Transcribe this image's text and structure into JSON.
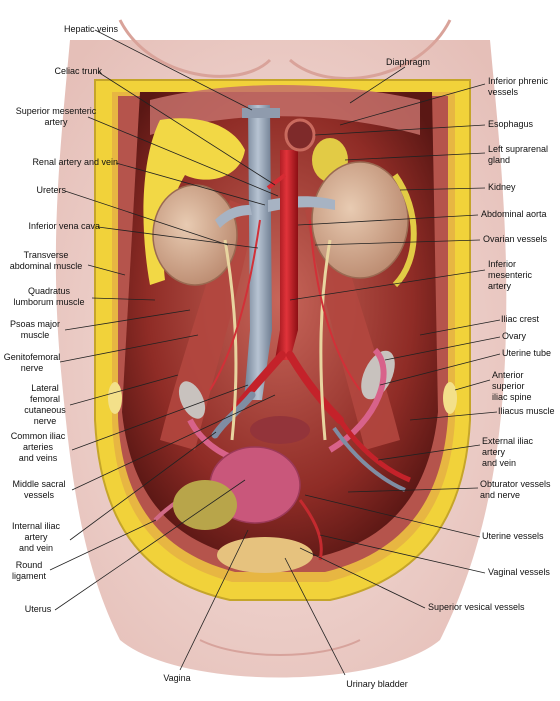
{
  "labels": {
    "hepatic_veins": "Hepatic veins",
    "celiac_trunk": "Celiac trunk",
    "superior_mesenteric_artery": "Superior mesenteric\nartery",
    "renal_artery_vein": "Renal artery and vein",
    "ureters": "Ureters",
    "inferior_vena_cava": "Inferior vena cava",
    "transverse_abdominal_muscle": "Transverse\nabdominal muscle",
    "quadratus_lumborum": "Quadratus\nlumborum muscle",
    "psoas_major": "Psoas major\nmuscle",
    "genitofemoral_nerve": "Genitofemoral\nnerve",
    "lateral_femoral_cutaneous_nerve": "Lateral\nfemoral\ncutaneous\nnerve",
    "common_iliac": "Common iliac\narteries\nand veins",
    "middle_sacral": "Middle sacral\nvessels",
    "internal_iliac": "Internal iliac\nartery\nand vein",
    "round_ligament": "Round\nligament",
    "uterus": "Uterus",
    "vagina": "Vagina",
    "urinary_bladder": "Urinary bladder",
    "diaphragm": "Diaphragm",
    "inferior_phrenic": "Inferior phrenic\nvessels",
    "esophagus": "Esophagus",
    "left_suprarenal": "Left suprarenal\ngland",
    "kidney": "Kidney",
    "abdominal_aorta": "Abdominal aorta",
    "ovarian_vessels": "Ovarian vessels",
    "inferior_mesenteric": "Inferior mesenteric\nartery",
    "iliac_crest": "Iliac crest",
    "ovary": "Ovary",
    "uterine_tube": "Uterine tube",
    "anterior_superior_iliac_spine": "Anterior superior\niliac spine",
    "iliacus_muscle": "Iliacus muscle",
    "external_iliac": "External iliac artery\nand vein",
    "obturator": "Obturator vessels\nand nerve",
    "uterine_vessels": "Uterine vessels",
    "vaginal_vessels": "Vaginal vessels",
    "superior_vesical": "Superior vesical vessels"
  }
}
